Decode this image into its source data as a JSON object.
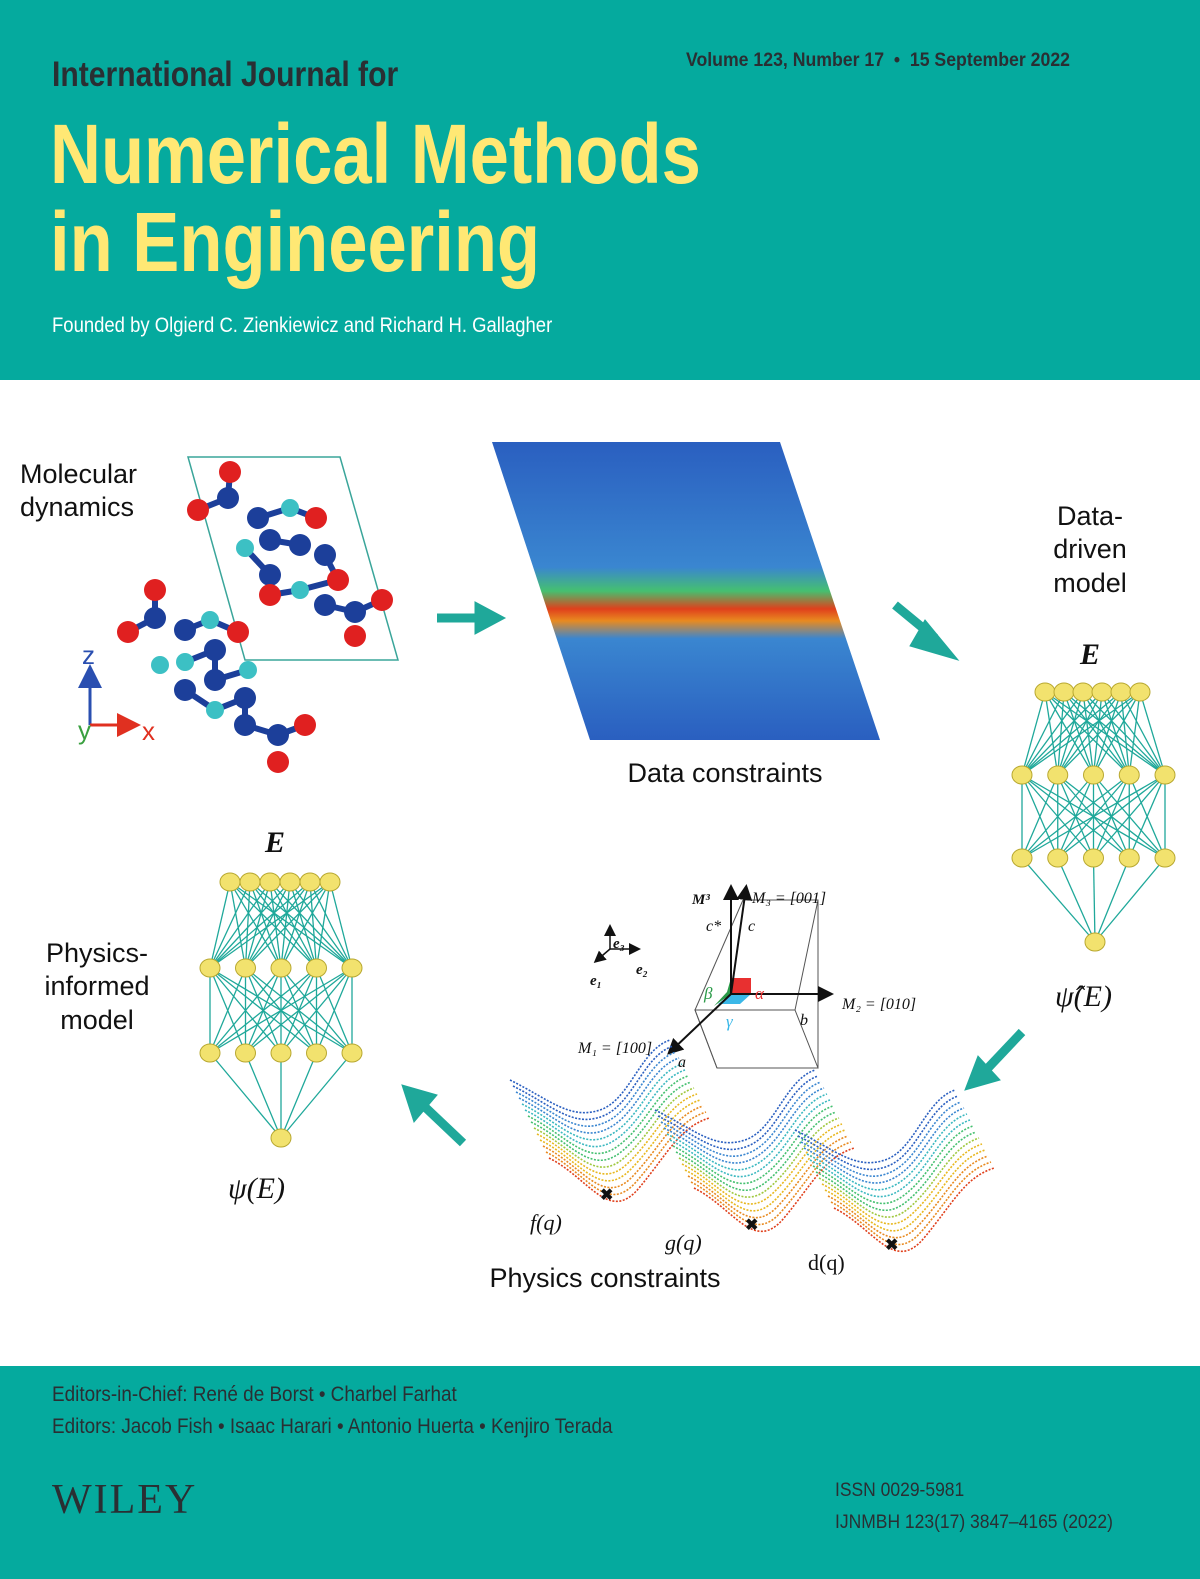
{
  "header": {
    "journal_prefix": "International Journal for",
    "title_line1": "Numerical Methods",
    "title_line2": "in Engineering",
    "issue": "Volume 123, Number 17  •  15 September 2022",
    "founded": "Founded by Olgierd C. Zienkiewicz and Richard H. Gallagher"
  },
  "figure": {
    "molecular_dynamics": "Molecular\ndynamics",
    "axis_z": "z",
    "axis_y": "y",
    "axis_x": "x",
    "data_constraints": "Data constraints",
    "data_driven_model": "Data-\ndriven\nmodel",
    "E_right": "E",
    "psi_hat": "ψ̂(E)",
    "physics_informed_model": "Physics-\ninformed\nmodel",
    "E_left": "E",
    "psi": "ψ(E)",
    "physics_constraints": "Physics constraints",
    "f_q": "f(q)",
    "g_q": "g(q)",
    "d_q": "d(q)",
    "crystal": {
      "M3_upper": "M³",
      "M3": "M₃ = [001]",
      "c_star": "c*",
      "c": "c",
      "e3": "e₃",
      "e2": "e₂",
      "e1": "e₁",
      "beta": "β",
      "alpha": "α",
      "gamma": "γ",
      "M2": "M₂ = [010]",
      "b": "b",
      "M1": "M₁ = [100]",
      "a": "a"
    }
  },
  "footer": {
    "editors_in_chief": "Editors-in-Chief: René de Borst • Charbel Farhat",
    "editors": "Editors: Jacob Fish • Isaac Harari • Antonio Huerta • Kenjiro Terada",
    "publisher": "WILEY",
    "issn": "ISSN 0029-5981",
    "citation": "IJNMBH 123(17) 3847–4165 (2022)"
  },
  "colors": {
    "teal": "#05AA9E",
    "yellow": "#FFE874",
    "node": "#F2E26E",
    "edge": "#1FA89A"
  }
}
